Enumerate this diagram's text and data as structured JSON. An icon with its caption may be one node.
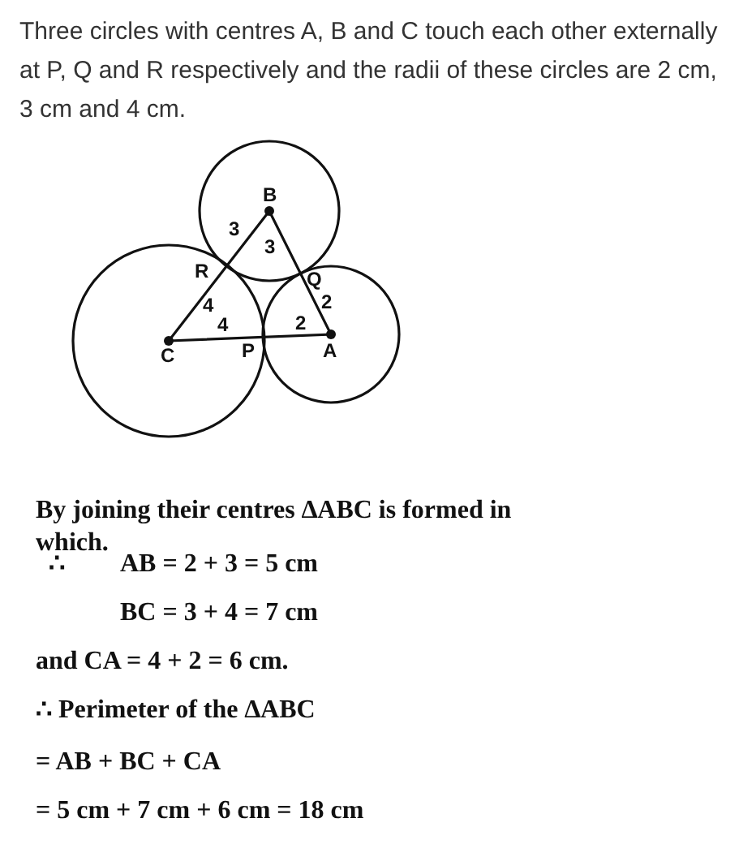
{
  "diagram": {
    "labels": [
      "Three circles with centres A, B and C touch each other externally at P, Q and R respectively and the radii of these circles are 2 cm, 3 cm and 4 cm.",
      "B",
      "3",
      "3",
      "R",
      "Q",
      "4",
      "2",
      "4",
      "2",
      "C",
      "P",
      "A",
      "By joining their centres ∆ABC is formed in which.",
      "∴",
      "AB = 2 + 3 = 5 cm",
      "BC = 3 + 4 = 7 cm",
      "and  CA = 4 + 2 = 6 cm.",
      "∴ Perimeter of the ∆ABC",
      "= AB + BC + CA",
      "= 5 cm + 7 cm + 6 cm = 18 cm"
    ]
  }
}
